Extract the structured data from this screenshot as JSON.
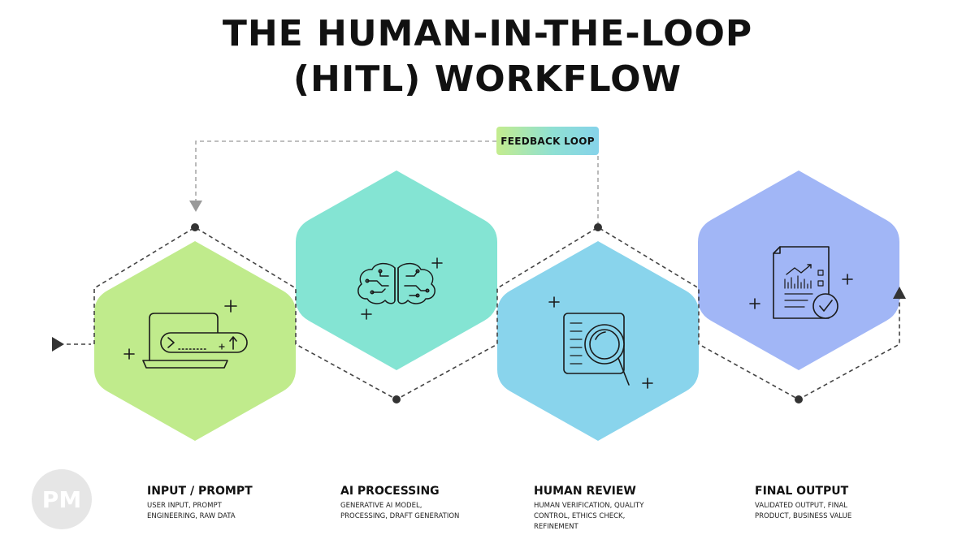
{
  "title": {
    "line1": "THE HUMAN-IN-THE-LOOP",
    "line2": "(HITL) WORKFLOW"
  },
  "feedback_loop": {
    "label": "FEEDBACK LOOP"
  },
  "stages": [
    {
      "title": "INPUT / PROMPT",
      "description": "USER INPUT, PROMPT ENGINEERING, RAW DATA",
      "color": "#c0eb8c",
      "icon": "laptop-prompt-icon"
    },
    {
      "title": "AI PROCESSING",
      "description": "GENERATIVE AI MODEL, PROCESSING, DRAFT GENERATION",
      "color": "#84e4d3",
      "icon": "brain-circuit-icon"
    },
    {
      "title": "HUMAN REVIEW",
      "description": "HUMAN VERIFICATION, QUALITY CONTROL, ETHICS CHECK, REFINEMENT",
      "color": "#89d4ec",
      "icon": "magnifier-document-icon"
    },
    {
      "title": "FINAL OUTPUT",
      "description": "VALIDATED OUTPUT, FINAL PRODUCT, BUSINESS VALUE",
      "color": "#a1b6f6",
      "icon": "report-checkmark-icon"
    }
  ],
  "logo": {
    "text": "PM"
  },
  "colors": {
    "dashed_line": "#444444",
    "feedback_arrow": "#aaaaaa",
    "icon_stroke": "#1a1a1a"
  }
}
